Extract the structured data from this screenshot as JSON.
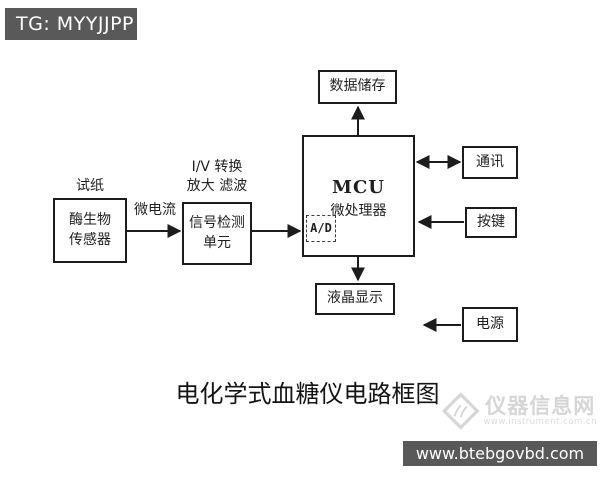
{
  "colors": {
    "bar_background": "#595959",
    "diagram_line": "#1c1c1c",
    "watermark_gray": "#d6d6d6"
  },
  "header_tag": {
    "text": "TG: MYYJJPP"
  },
  "diagram": {
    "title": "电化学式血糖仪电路框图",
    "sensor": {
      "label_above": "试纸",
      "line1": "酶生物",
      "line2": "传感器"
    },
    "micro_current_label": "微电流",
    "signal": {
      "label_above_line1": "I/V 转换",
      "label_above_line2": "放大 滤波",
      "line1": "信号检测",
      "line2": "单元"
    },
    "mcu": {
      "name": "MCU",
      "subtitle": "微处理器",
      "ad_label": "A/D"
    },
    "storage": {
      "label": "数据储存"
    },
    "comm": {
      "label": "通讯"
    },
    "keys": {
      "label": "按键"
    },
    "lcd": {
      "label": "液晶显示"
    },
    "power": {
      "label": "电源"
    }
  },
  "watermark": {
    "site_name": "仪器信息网",
    "site_url": "www.instrument.com.cn"
  },
  "footer": {
    "url": "www.btebgovbd.com"
  }
}
